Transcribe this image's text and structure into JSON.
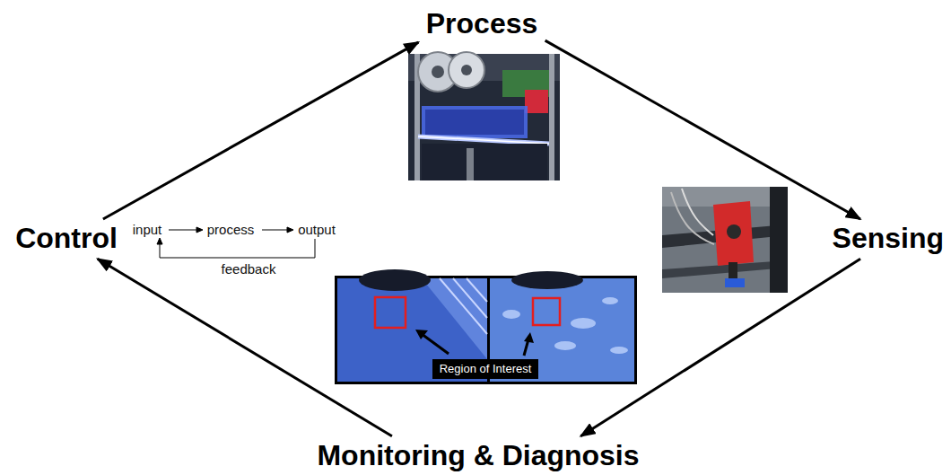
{
  "diagram": {
    "nodes": [
      {
        "text": [
          "Process"
        ]
      },
      {
        "text": [
          "Control"
        ]
      },
      {
        "text": [
          "Sensing"
        ]
      },
      {
        "text": [
          "Monitoring & Diagnosis"
        ]
      }
    ],
    "edges": [
      {
        "from": 1,
        "to": 0,
        "arrow": "to"
      },
      {
        "from": 0,
        "to": 2,
        "arrow": "to"
      },
      {
        "from": 2,
        "to": 3,
        "arrow": "to"
      },
      {
        "from": 3,
        "to": 1,
        "arrow": "to"
      }
    ],
    "labels": [
      "input",
      "process",
      "output",
      "feedback",
      "Region of Interest"
    ]
  }
}
